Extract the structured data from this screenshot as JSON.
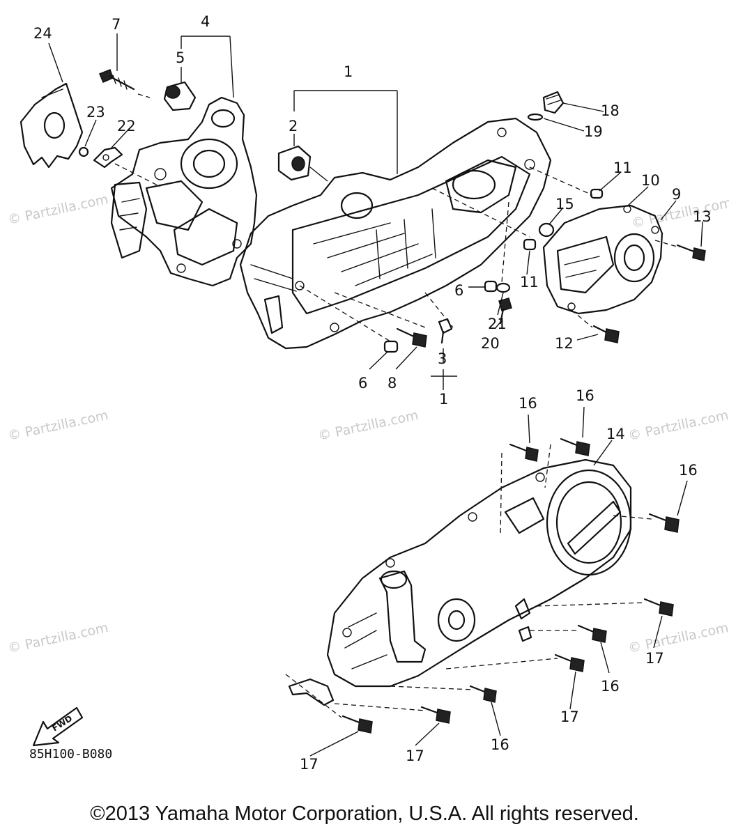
{
  "watermark_text": "© Partzilla.com",
  "diagram_code": "85H100-B080",
  "copyright": "©2013 Yamaha Motor Corporation, U.S.A. All rights reserved.",
  "fwd_label": "FWD",
  "callouts": {
    "c1": "1",
    "c1b": "1",
    "c2": "2",
    "c3": "3",
    "c4": "4",
    "c5": "5",
    "c6a": "6",
    "c6b": "6",
    "c7": "7",
    "c8": "8",
    "c9": "9",
    "c10": "10",
    "c11a": "11",
    "c11b": "11",
    "c12": "12",
    "c13": "13",
    "c14": "14",
    "c15": "15",
    "c16a": "16",
    "c16b": "16",
    "c16c": "16",
    "c16d": "16",
    "c16e": "16",
    "c17a": "17",
    "c17b": "17",
    "c17c": "17",
    "c17d": "17",
    "c18": "18",
    "c19": "19",
    "c20": "20",
    "c21": "21",
    "c22": "22",
    "c23": "23",
    "c24": "24"
  }
}
